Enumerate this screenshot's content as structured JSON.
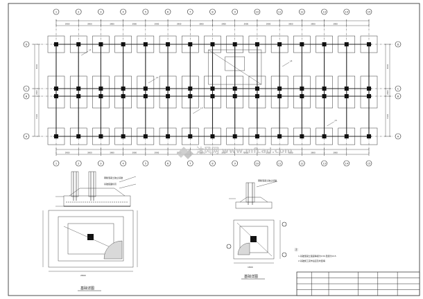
{
  "plan": {
    "column_axes": [
      "1",
      "2",
      "3",
      "4",
      "5",
      "6",
      "7",
      "8",
      "9",
      "10",
      "11",
      "12",
      "13",
      "14",
      "15"
    ],
    "row_axes": [
      "D",
      "C",
      "B",
      "A"
    ],
    "top_dims": [
      "3900",
      "3900",
      "3900",
      "3900",
      "3900",
      "3900",
      "3900",
      "3900",
      "3900",
      "3900",
      "3900",
      "3900",
      "3900"
    ],
    "bottom_dims": [
      "3900",
      "3900",
      "3900",
      "3900",
      "3900",
      "3900",
      "3900",
      "3900",
      "3900",
      "3900",
      "3900",
      "3900",
      "3900"
    ],
    "left_dims": [
      "6000",
      "2400",
      "5100"
    ],
    "right_dims": [
      "6000",
      "2400",
      "5100"
    ],
    "overall_label": "",
    "callouts": [
      "J-1",
      "J-2",
      "J-3",
      "J-4",
      "J-5"
    ]
  },
  "detail_left": {
    "caption": "基础详图",
    "notes": [
      "钢筋混凝土独立基础",
      "基础底面标高"
    ]
  },
  "detail_right": {
    "caption": "基础详图",
    "notes": [
      "钢筋混凝土独立基础"
    ]
  },
  "general_notes": {
    "heading": "注:",
    "lines": [
      "1.基础混凝土强度等级为C30,垫层为C15",
      "2.基础施工完毕后应及时回填"
    ]
  },
  "title_block": {
    "rows": 4,
    "cols": 6
  },
  "watermark": "沐风网 www.mfcad.com"
}
